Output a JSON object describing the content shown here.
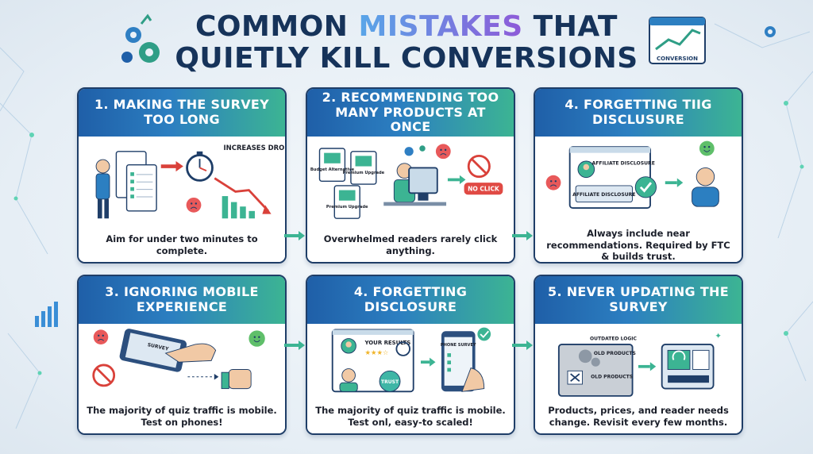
{
  "title": {
    "line1_pre": "COMMON ",
    "line1_highlight": "MISTAKES",
    "line1_post": " THAT",
    "line2": "QUIETLY KILL CONVERSIONS"
  },
  "corner_badge": {
    "label": "CONVERSION"
  },
  "colors": {
    "navy": "#16335a",
    "blue": "#2c7fc1",
    "green": "#3cb493",
    "red": "#d9413a"
  },
  "cards": [
    {
      "heading": "1. MAKING THE SURVEY TOO LONG",
      "caption": "Aim for under two minutes to complete.",
      "labels": {
        "note": "INCREASES DROP-OFF"
      }
    },
    {
      "heading": "2. RECOMMENDING TOO MANY PRODUCTS AT ONCE",
      "caption": "Overwhelmed readers rarely click anything.",
      "labels": {
        "card_a": "Budget Alternative",
        "card_b": "Premium Upgrade",
        "card_c": "Premium Upgrade",
        "button": "NO CLICK"
      }
    },
    {
      "heading": "4. FORGETTING TIIG DISCLUSURE",
      "caption": "Always include near recommendations. Required by FTC & builds trust.",
      "labels": {
        "window": "AFFILIATE DISCLOSURE",
        "badge": "AFFILIATE DISCLOSURE"
      }
    },
    {
      "heading": "3. IGNORING MOBILE EXPERIENCE",
      "caption": "The majority of quiz traffic is mobile. Test on phones!",
      "labels": {
        "phone": "SURVEY"
      }
    },
    {
      "heading": "4. FORGETTING DISCLOSURE",
      "caption": "The majority of quiz traffic is mobile. Test onl, easy-to scaled!",
      "labels": {
        "results": "YOUR RESULTS",
        "seal": "TRUST",
        "phone": "PHONE SURVEY"
      }
    },
    {
      "heading": "5. NEVER UPDATING THE SURVEY",
      "caption": "Products, prices, and reader needs change. Revisit every few months.",
      "labels": {
        "logic": "OUTDATED LOGIC",
        "old1": "OLD PRODUCTS",
        "old2": "OLD PRODUCTS"
      }
    }
  ]
}
